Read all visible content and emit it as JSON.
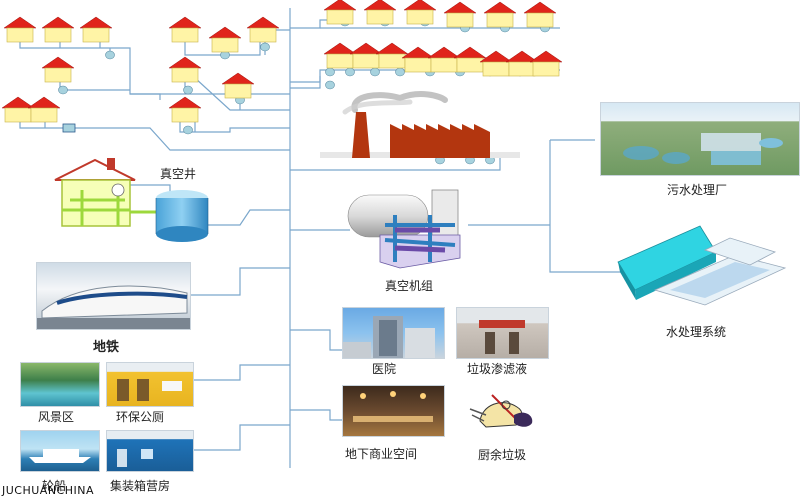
{
  "colors": {
    "pipe": "#7ba7cc",
    "house_wall": "#fff4a6",
    "house_roof": "#e0241b",
    "valve": "#a7d2de",
    "factory": "#b3360f"
  },
  "labels": {
    "vacuum_well": "真空井",
    "vacuum_unit": "真空机组",
    "sewage_plant": "污水处理厂",
    "water_system": "水处理系统",
    "subway": "地铁",
    "hospital": "医院",
    "leachate": "垃圾渗滤液",
    "scenic": "风景区",
    "eco_toilet": "环保公厕",
    "underground": "地下商业空间",
    "kitchen_waste": "厨余垃圾",
    "ship": "轮船",
    "container_camp": "集装箱营房"
  },
  "watermark": "JUCHUANCHINA",
  "icons": {
    "houses": "house-icon",
    "factory": "factory-icon",
    "vacuum_well": "vacuum-well-icon",
    "vacuum_unit": "vacuum-unit-icon",
    "valve": "valve-icon"
  }
}
